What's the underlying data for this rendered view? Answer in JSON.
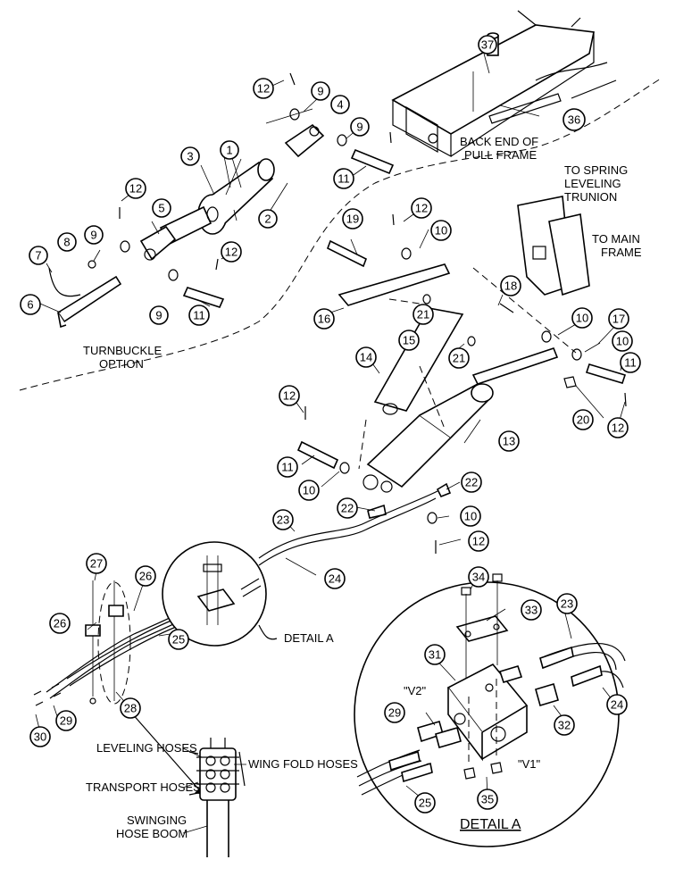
{
  "labels": {
    "back_end_line1": "BACK END OF",
    "back_end_line2": "PULL FRAME",
    "to_spring_line1": "TO SPRING",
    "to_spring_line2": "LEVELING",
    "to_spring_line3": "TRUNION",
    "to_main_line1": "TO MAIN",
    "to_main_line2": "FRAME",
    "turnbuckle_line1": "TURNBUCKLE",
    "turnbuckle_line2": "OPTION",
    "detail_a_callout": "DETAIL A",
    "detail_a_title": "DETAIL A",
    "v1": "\"V1\"",
    "v2": "\"V2\"",
    "leveling_hoses": "LEVELING HOSES",
    "wing_fold_hoses": "WING FOLD HOSES",
    "transport_hoses": "TRANSPORT HOSES",
    "swinging_line1": "SWINGING",
    "swinging_line2": "HOSE BOOM"
  },
  "balloons": [
    "1",
    "2",
    "3",
    "4",
    "5",
    "6",
    "7",
    "8",
    "9",
    "9",
    "9",
    "9",
    "10",
    "10",
    "10",
    "10",
    "10",
    "11",
    "11",
    "11",
    "11",
    "12",
    "12",
    "12",
    "12",
    "12",
    "12",
    "13",
    "14",
    "15",
    "16",
    "17",
    "18",
    "19",
    "20",
    "21",
    "21",
    "22",
    "22",
    "23",
    "23",
    "24",
    "24",
    "25",
    "25",
    "26",
    "26",
    "27",
    "28",
    "29",
    "29",
    "30",
    "31",
    "32",
    "33",
    "34",
    "35",
    "36",
    "37"
  ]
}
